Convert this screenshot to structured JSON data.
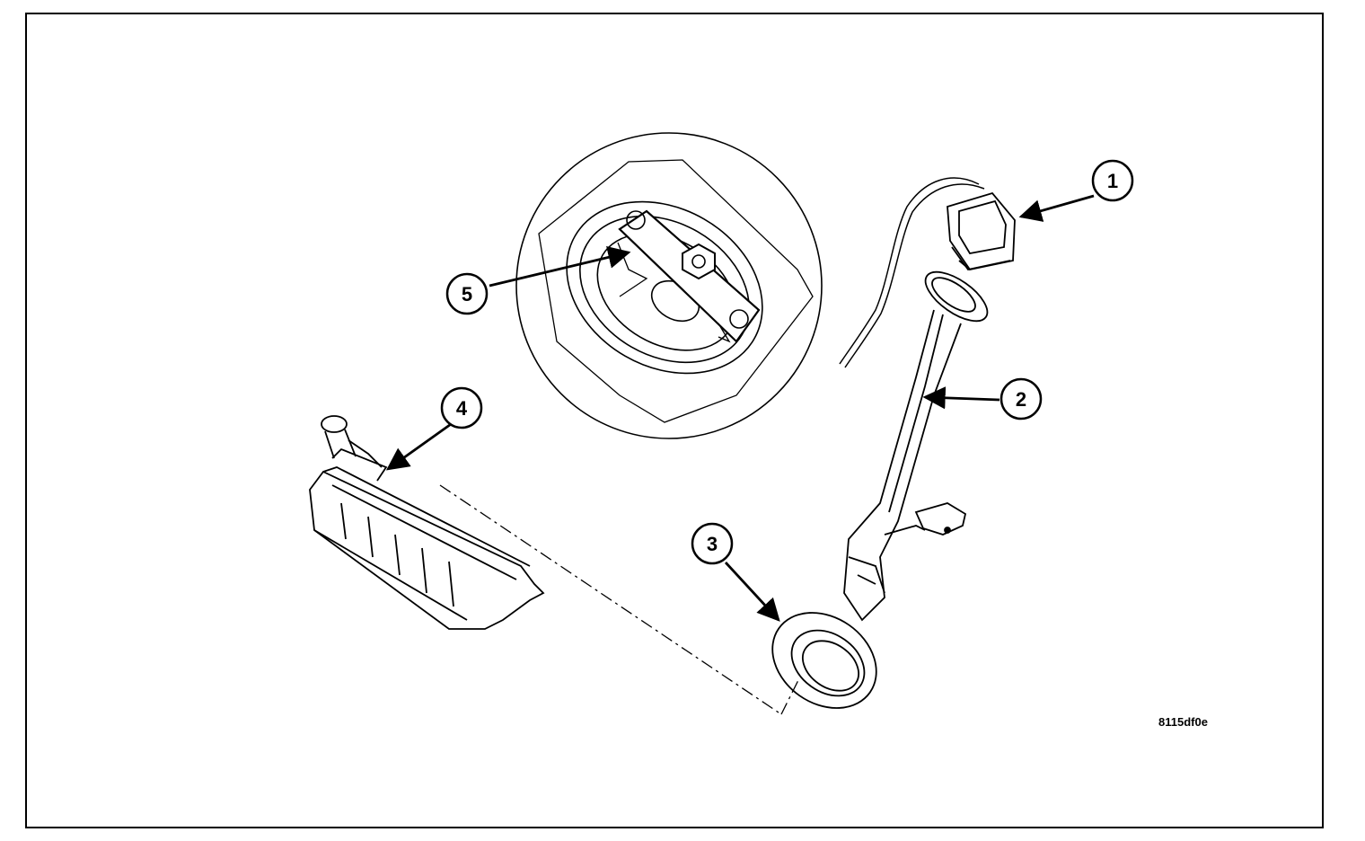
{
  "diagram": {
    "reference_code": "8115df0e",
    "callouts": [
      {
        "id": "1",
        "label": "1"
      },
      {
        "id": "2",
        "label": "2"
      },
      {
        "id": "3",
        "label": "3"
      },
      {
        "id": "4",
        "label": "4"
      },
      {
        "id": "5",
        "label": "5"
      }
    ],
    "colors": {
      "line": "#000000",
      "background": "#ffffff"
    }
  }
}
